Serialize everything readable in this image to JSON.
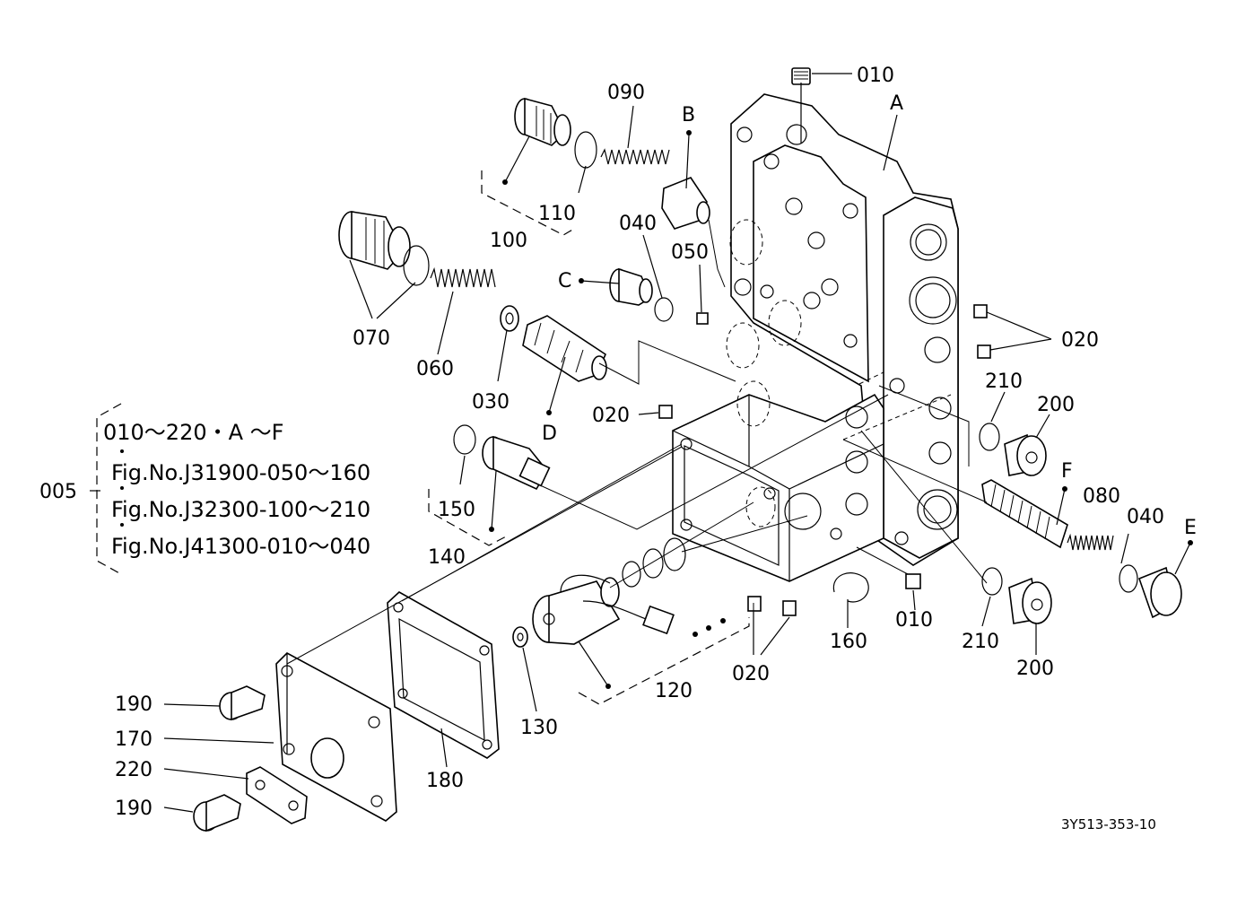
{
  "figure": {
    "drawing_code": "3Y513-353-10",
    "parts": [
      {
        "id": "010a",
        "label": "010"
      },
      {
        "id": "A",
        "label": "A"
      },
      {
        "id": "090",
        "label": "090"
      },
      {
        "id": "B",
        "label": "B"
      },
      {
        "id": "110",
        "label": "110"
      },
      {
        "id": "100",
        "label": "100"
      },
      {
        "id": "040a",
        "label": "040"
      },
      {
        "id": "050",
        "label": "050"
      },
      {
        "id": "C",
        "label": "C"
      },
      {
        "id": "070",
        "label": "070"
      },
      {
        "id": "060",
        "label": "060"
      },
      {
        "id": "030",
        "label": "030"
      },
      {
        "id": "D",
        "label": "D"
      },
      {
        "id": "020a",
        "label": "020"
      },
      {
        "id": "020b",
        "label": "020"
      },
      {
        "id": "210a",
        "label": "210"
      },
      {
        "id": "200a",
        "label": "200"
      },
      {
        "id": "F",
        "label": "F"
      },
      {
        "id": "080",
        "label": "080"
      },
      {
        "id": "040b",
        "label": "040"
      },
      {
        "id": "E",
        "label": "E"
      },
      {
        "id": "150",
        "label": "150"
      },
      {
        "id": "140",
        "label": "140"
      },
      {
        "id": "120",
        "label": "120"
      },
      {
        "id": "130",
        "label": "130"
      },
      {
        "id": "160",
        "label": "160"
      },
      {
        "id": "010b",
        "label": "010"
      },
      {
        "id": "210b",
        "label": "210"
      },
      {
        "id": "200b",
        "label": "200"
      },
      {
        "id": "020c",
        "label": "020"
      },
      {
        "id": "190a",
        "label": "190"
      },
      {
        "id": "170",
        "label": "170"
      },
      {
        "id": "220",
        "label": "220"
      },
      {
        "id": "190b",
        "label": "190"
      },
      {
        "id": "180",
        "label": "180"
      }
    ],
    "assembly": {
      "label": "005",
      "lines": [
        "010～220・A ～F",
        "Fig.No.J31900-050～160",
        "Fig.No.J32300-100～210",
        "Fig.No.J41300-010～040"
      ]
    }
  }
}
